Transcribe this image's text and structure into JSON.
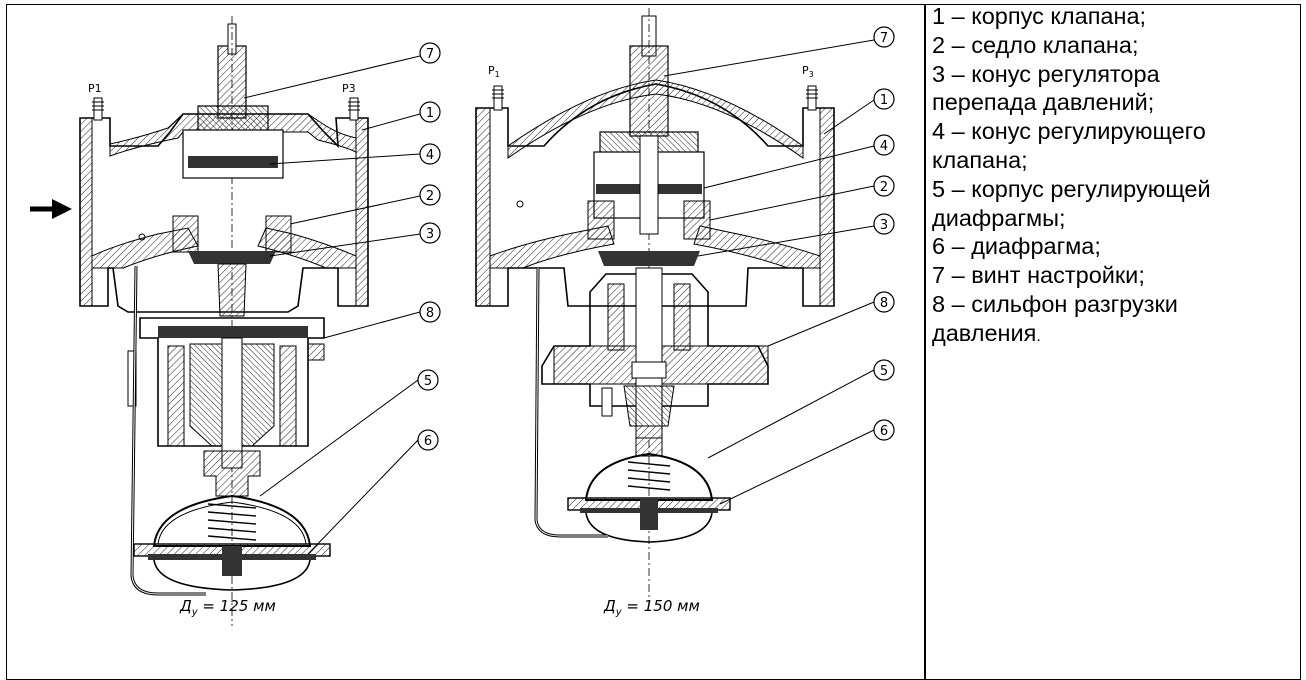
{
  "diagram": {
    "left_valve": {
      "caption_main": "Д",
      "caption_sub": "у",
      "caption_rest": " = 125 мм",
      "port_labels": [
        "P1",
        "P3"
      ],
      "callouts": [
        "7",
        "1",
        "4",
        "2",
        "3",
        "8",
        "5",
        "6"
      ]
    },
    "right_valve": {
      "caption_main": "Д",
      "caption_sub": "у",
      "caption_rest": " = 150 мм",
      "port_label_p1_main": "P",
      "port_label_p1_sub": "1",
      "port_label_p3_main": "P",
      "port_label_p3_sub": "3",
      "callouts": [
        "7",
        "1",
        "4",
        "2",
        "3",
        "8",
        "5",
        "6"
      ]
    }
  },
  "legend": {
    "items": [
      "1 – корпус клапана;",
      "2 – седло клапана;",
      "3 – конус регулятора\nперепада давлений;",
      "4 – конус регулирующего\nклапана;",
      "5 – корпус регулирующей\nдиафрагмы;",
      "6 – диафрагма;",
      "7 – винт настройки;",
      "8 – сильфон разгрузки\nдавления"
    ],
    "last_tail": "."
  }
}
